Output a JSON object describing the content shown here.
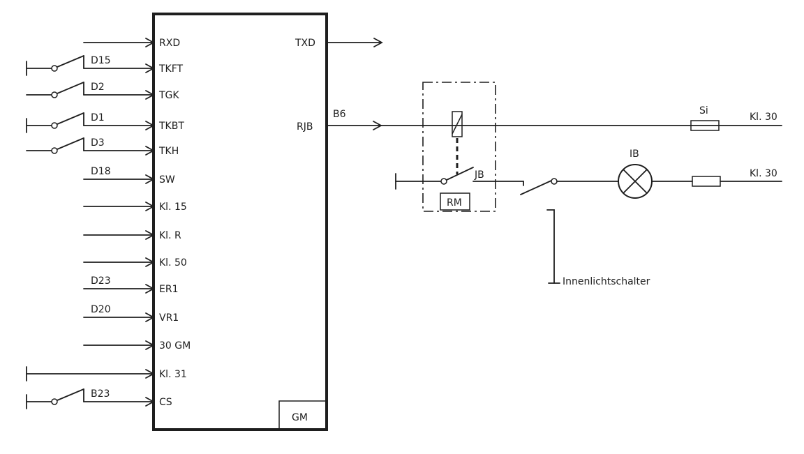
{
  "module": {
    "name": "GM",
    "inputs": [
      {
        "pin": "RXD",
        "ref": "",
        "kind": "arrow"
      },
      {
        "pin": "TKFT",
        "ref": "D15",
        "kind": "switch"
      },
      {
        "pin": "TGK",
        "ref": "D2",
        "kind": "switch-open"
      },
      {
        "pin": "TKBT",
        "ref": "D1",
        "kind": "switch"
      },
      {
        "pin": "TKH",
        "ref": "D3",
        "kind": "switch-open"
      },
      {
        "pin": "SW",
        "ref": "D18",
        "kind": "line"
      },
      {
        "pin": "Kl. 15",
        "ref": "",
        "kind": "arrow"
      },
      {
        "pin": "Kl. R",
        "ref": "",
        "kind": "arrow"
      },
      {
        "pin": "Kl. 50",
        "ref": "",
        "kind": "arrow"
      },
      {
        "pin": "ER1",
        "ref": "D23",
        "kind": "line"
      },
      {
        "pin": "VR1",
        "ref": "D20",
        "kind": "line"
      },
      {
        "pin": "30 GM",
        "ref": "",
        "kind": "arrow"
      },
      {
        "pin": "Kl. 31",
        "ref": "",
        "kind": "ground-line"
      },
      {
        "pin": "CS",
        "ref": "B23",
        "kind": "switch"
      }
    ],
    "outputs": {
      "txd": "TXD",
      "rjb": "RJB",
      "rjb_ref": "B6"
    }
  },
  "relay": {
    "name": "RM",
    "contact": "JB"
  },
  "lamp": {
    "name": "IB"
  },
  "fuse": {
    "name": "Si"
  },
  "supply": {
    "top": "Kl. 30",
    "bottom": "Kl. 30"
  },
  "door_switch": {
    "label": "Innenlichtschalter"
  }
}
